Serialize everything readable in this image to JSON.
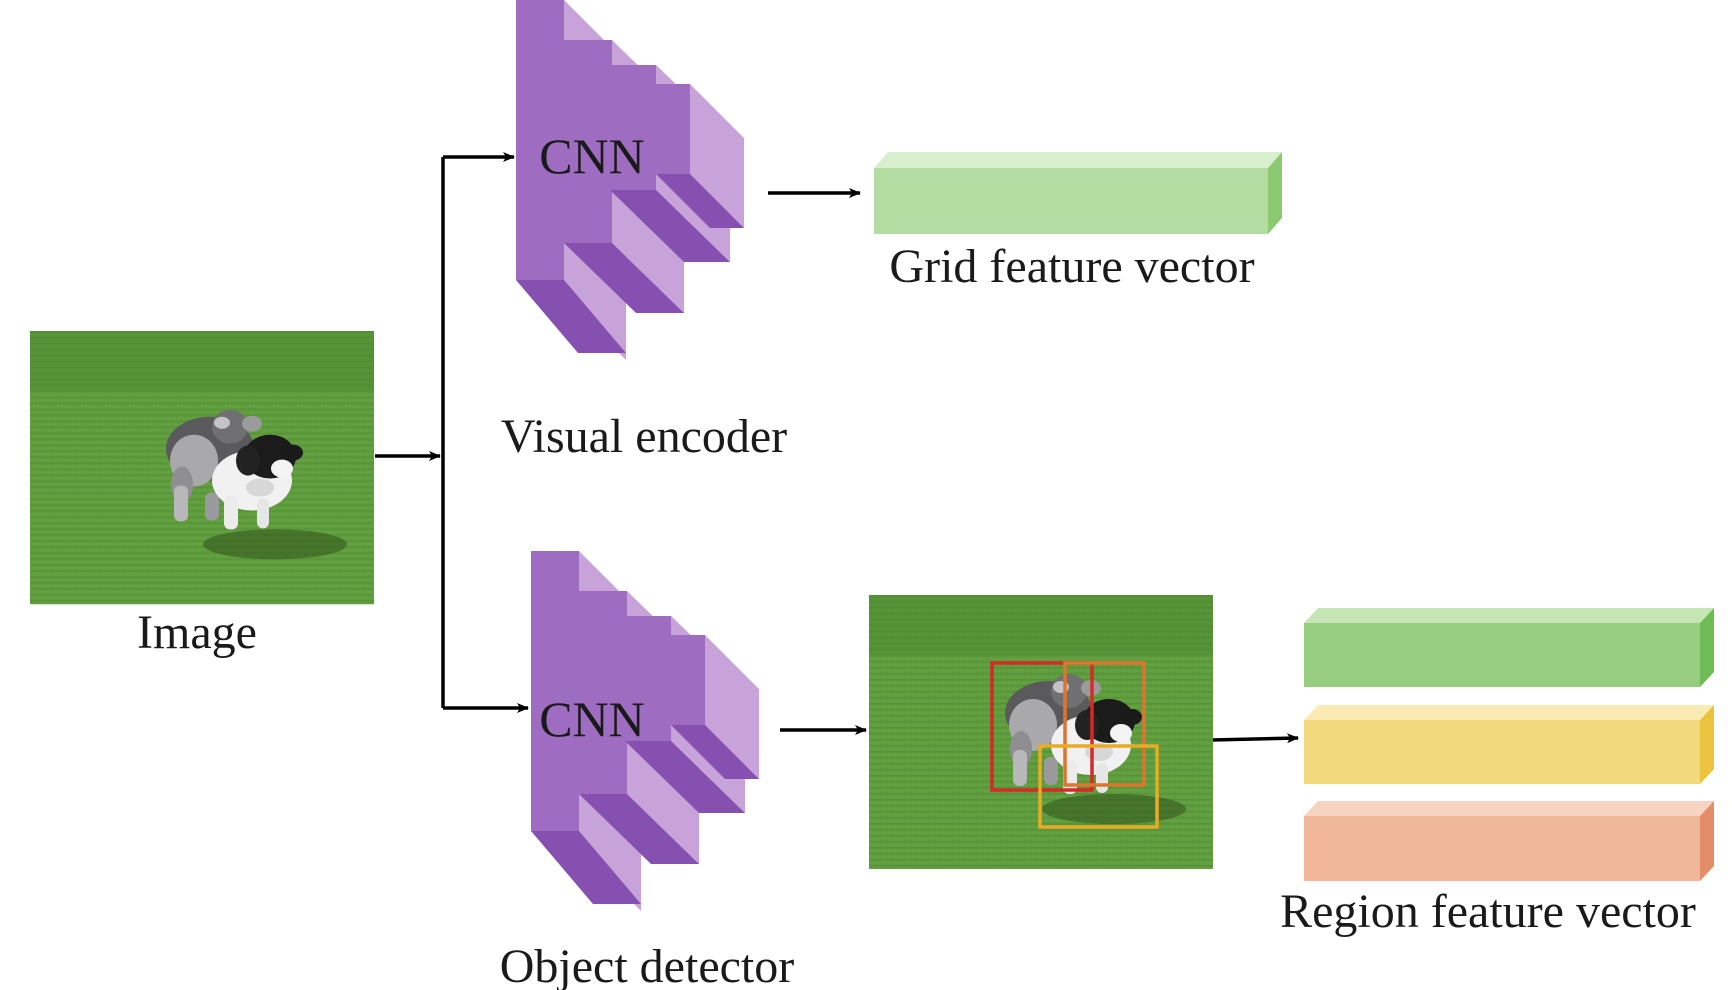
{
  "labels": {
    "image": "Image",
    "visual_encoder": "Visual encoder",
    "object_detector": "Object detector",
    "cnn_top": "CNN",
    "cnn_bottom": "CNN",
    "grid_feature_vector": "Grid feature vector",
    "region_feature_vector": "Region feature vector"
  },
  "colors": {
    "cnn_front": "#9e6cc0",
    "cnn_side": "#c8a4da",
    "cnn_bottom": "#8650b0",
    "grass": "#5e9a3c",
    "grid_vector": "#b3dca3",
    "region_green": "#96cd7f",
    "region_yellow": "#f3d97d",
    "region_salmon": "#f1b79a",
    "bbox_red": "#d62a26",
    "bbox_orange": "#e0742e",
    "bbox_yellow": "#e9ab23",
    "arrow": "#000000"
  }
}
